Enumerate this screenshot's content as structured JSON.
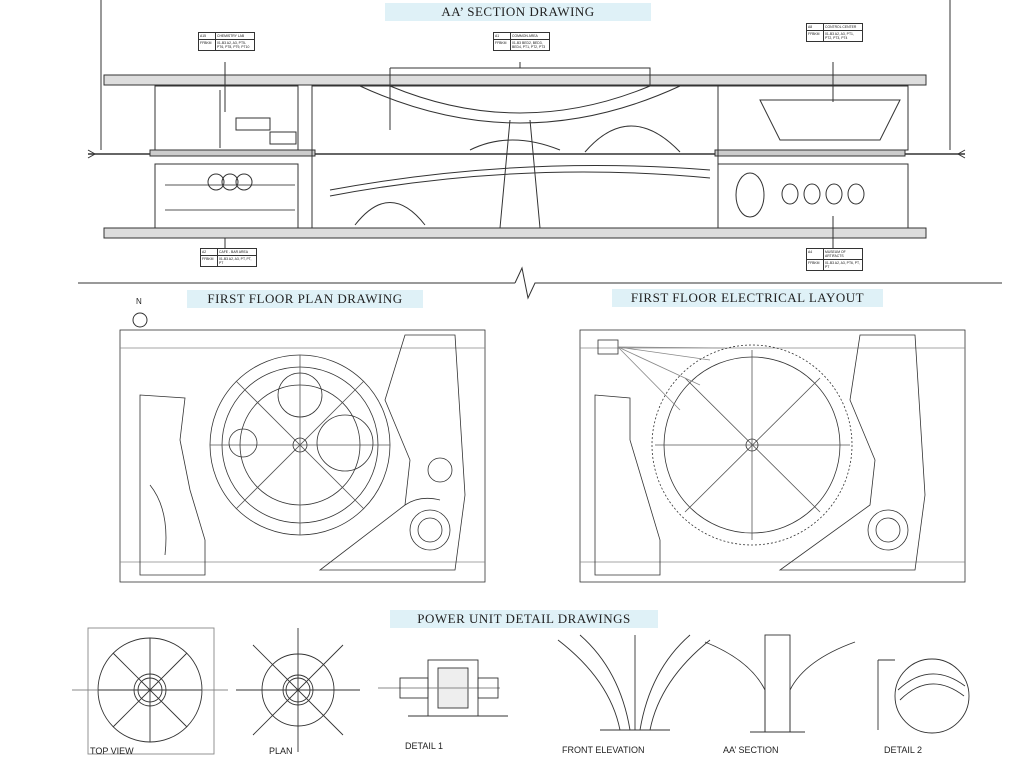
{
  "sections": {
    "section_aa": "AA’ SECTION  DRAWING",
    "floor_plan": "FIRST FLOOR PLAN DRAWING",
    "electrical": "FIRST FLOOR ELECTRICAL LAYOUT",
    "power_unit": "POWER UNIT DETAIL DRAWINGS"
  },
  "detail_labels": {
    "top_view": "TOP VIEW",
    "plan": "PLAN",
    "detail1": "DETAIL 1",
    "front_elevation": "FRONT ELEVATION",
    "aa_section": "AA’ SECTION",
    "detail2": "DETAIL 2"
  },
  "room_tags": [
    {
      "id": "A15",
      "name": "CHEMISTRY LAB",
      "code": "FFBKM",
      "spec": "01-B3  A2, A3, PT5-PT6, PT8, PT9, PT10"
    },
    {
      "id": "A1",
      "name": "COMMON AREA",
      "code": "FFBKM",
      "spec": "01-B3  BED2, BED3, BED4, PT1, PT2, PT3"
    },
    {
      "id": "A8",
      "name": "CONTROL CENTER",
      "code": "FFBKM",
      "spec": "01-B3  A2, A3, PT1, PT2, PT3, PT4"
    },
    {
      "id": "A2",
      "name": "CAFE - BAR AREA",
      "code": "FFBKM",
      "spec": "01-B3  A2, A3, PT, PT, PT"
    },
    {
      "id": "A4",
      "name": "MUSEUM OF ARTIFACTS",
      "code": "FFBKM",
      "spec": "01-B3  A2, A3, PT6, PT, PT"
    }
  ],
  "north": "N"
}
